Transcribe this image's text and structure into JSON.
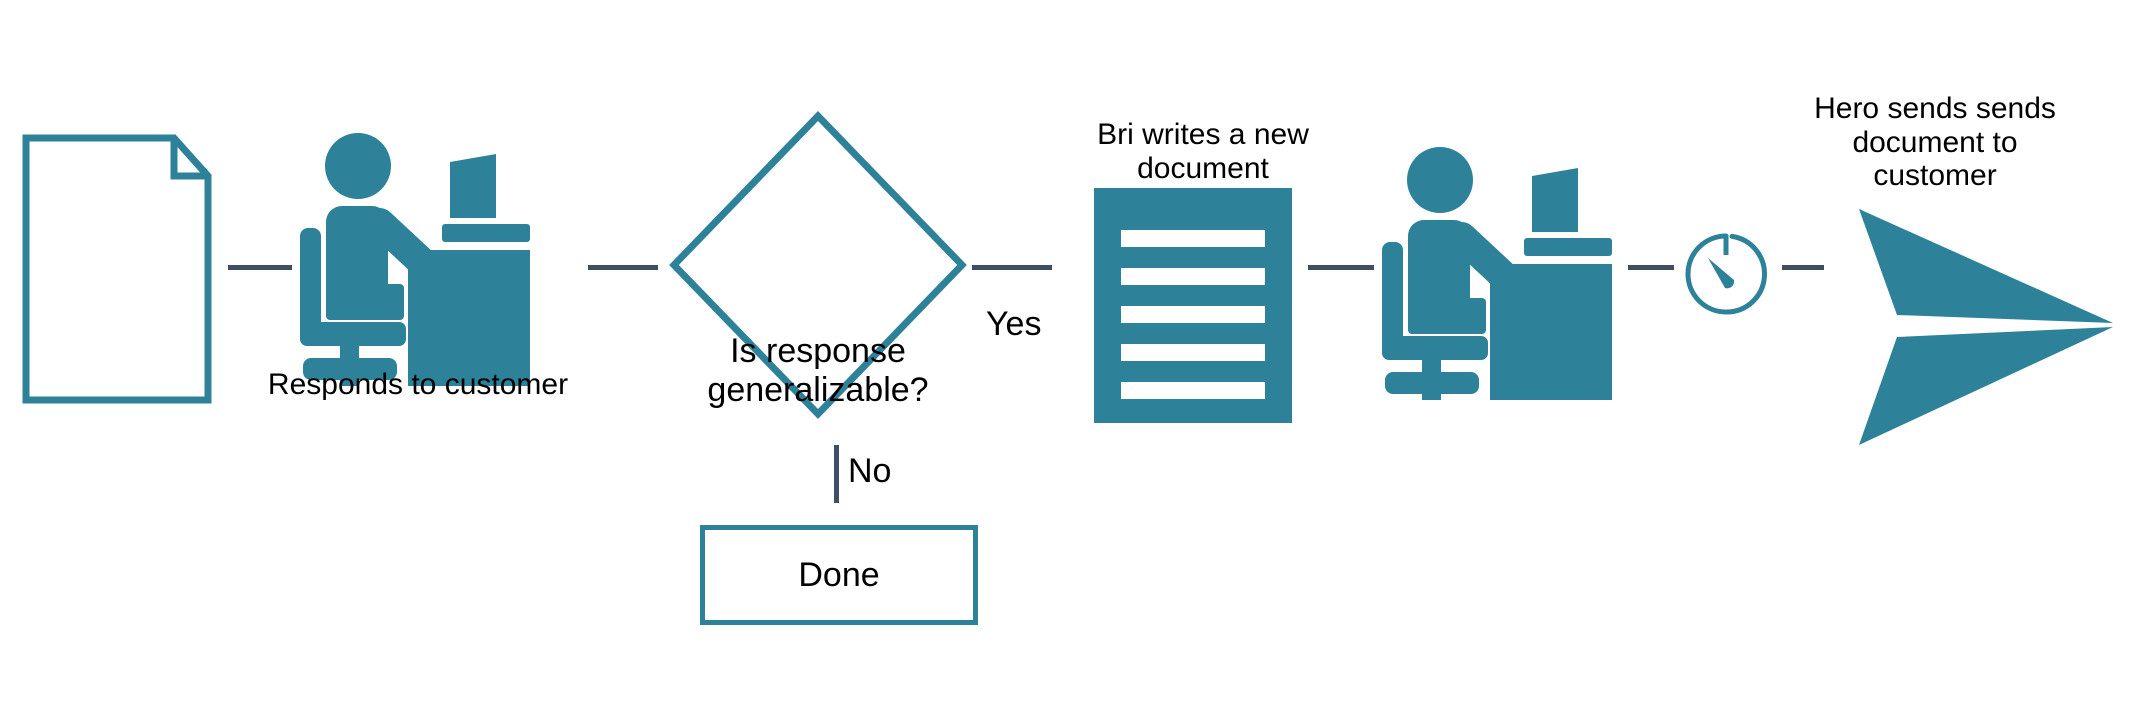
{
  "diagram": {
    "title": "Customer response workflow flowchart",
    "colors": {
      "teal": "#2d8299",
      "connector": "#3f4e63",
      "text": "#000000",
      "background": "#ffffff"
    }
  },
  "nodes": {
    "document_blank": {
      "icon": "blank-document-icon",
      "label": ""
    },
    "person_responds": {
      "icon": "person-at-desk-icon",
      "label": "Responds to customer"
    },
    "decision": {
      "icon": "diamond-decision-icon",
      "label": "Is response\ngeneralizable?"
    },
    "done": {
      "label": "Done"
    },
    "document_written": {
      "icon": "lined-document-icon",
      "label": "Bri writes a new\ndocument"
    },
    "person_hero": {
      "icon": "person-at-desk-icon",
      "label": ""
    },
    "timer": {
      "icon": "stopwatch-icon",
      "label": ""
    },
    "send": {
      "icon": "paper-plane-icon",
      "label": "Hero sends sends\ndocument to\ncustomer"
    }
  },
  "edges": {
    "yes_label": "Yes",
    "no_label": "No"
  }
}
